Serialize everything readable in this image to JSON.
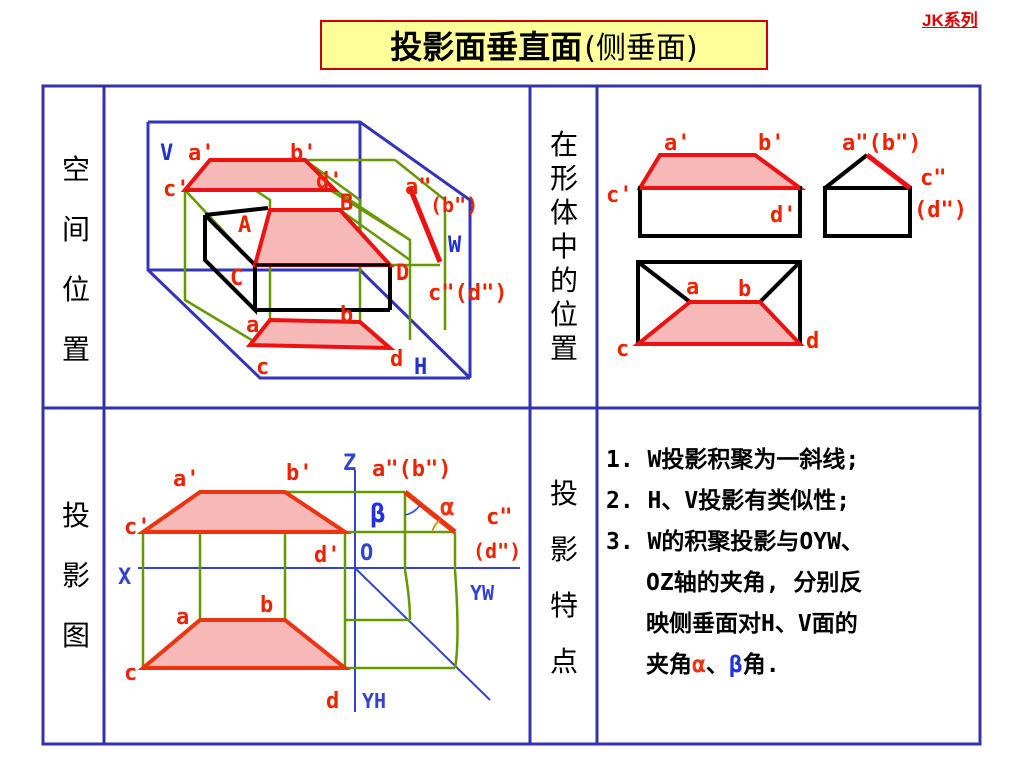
{
  "header": {
    "title_main": "投影面垂直面",
    "title_sub": "(侧垂面)",
    "series_tag": "JK系列"
  },
  "row_labels": {
    "space": [
      "空",
      "间",
      "位",
      "置"
    ],
    "in_body": [
      "在",
      "形",
      "体",
      "中",
      "的",
      "位",
      "置"
    ],
    "projection": [
      "投",
      "影",
      "图"
    ],
    "features": [
      "投",
      "影",
      "特",
      "点"
    ]
  },
  "labels": {
    "ap": "a'",
    "bp": "b'",
    "cp": "c'",
    "dp": "d'",
    "app_bpp": "a\"(b\")",
    "cpp_dpp": "c\"(d\")",
    "a": "a",
    "b": "b",
    "c": "c",
    "d": "d",
    "A": "A",
    "B": "B",
    "C": "C",
    "D": "D",
    "V": "V",
    "H": "H",
    "W": "W",
    "X": "X",
    "Z": "Z",
    "O": "O",
    "YW": "YW",
    "YH": "YH",
    "alpha": "α",
    "beta": "β",
    "app": "a\"",
    "bpp": "(b\")",
    "cpp": "c\"",
    "dpp": "(d\")"
  },
  "features": {
    "line1": "1. W投影积聚为一斜线;",
    "line2": "2. H、V投影有类似性;",
    "line3": "3. W的积聚投影与OYW、",
    "line4": "OZ轴的夹角, 分别反",
    "line5": "映侧垂面对H、V面的",
    "line6_pre": "夹角",
    "line6_alpha": "α",
    "line6_sep": "、",
    "line6_beta": "β",
    "line6_post": "角."
  },
  "colors": {
    "frame": "#3333aa",
    "plane_red": "#ee1111",
    "plane_fill": "#f7b8b8",
    "projector_green": "#669900",
    "label_red": "#ee2200",
    "label_blue": "#2233cc",
    "title_bg": "#ffff99"
  }
}
